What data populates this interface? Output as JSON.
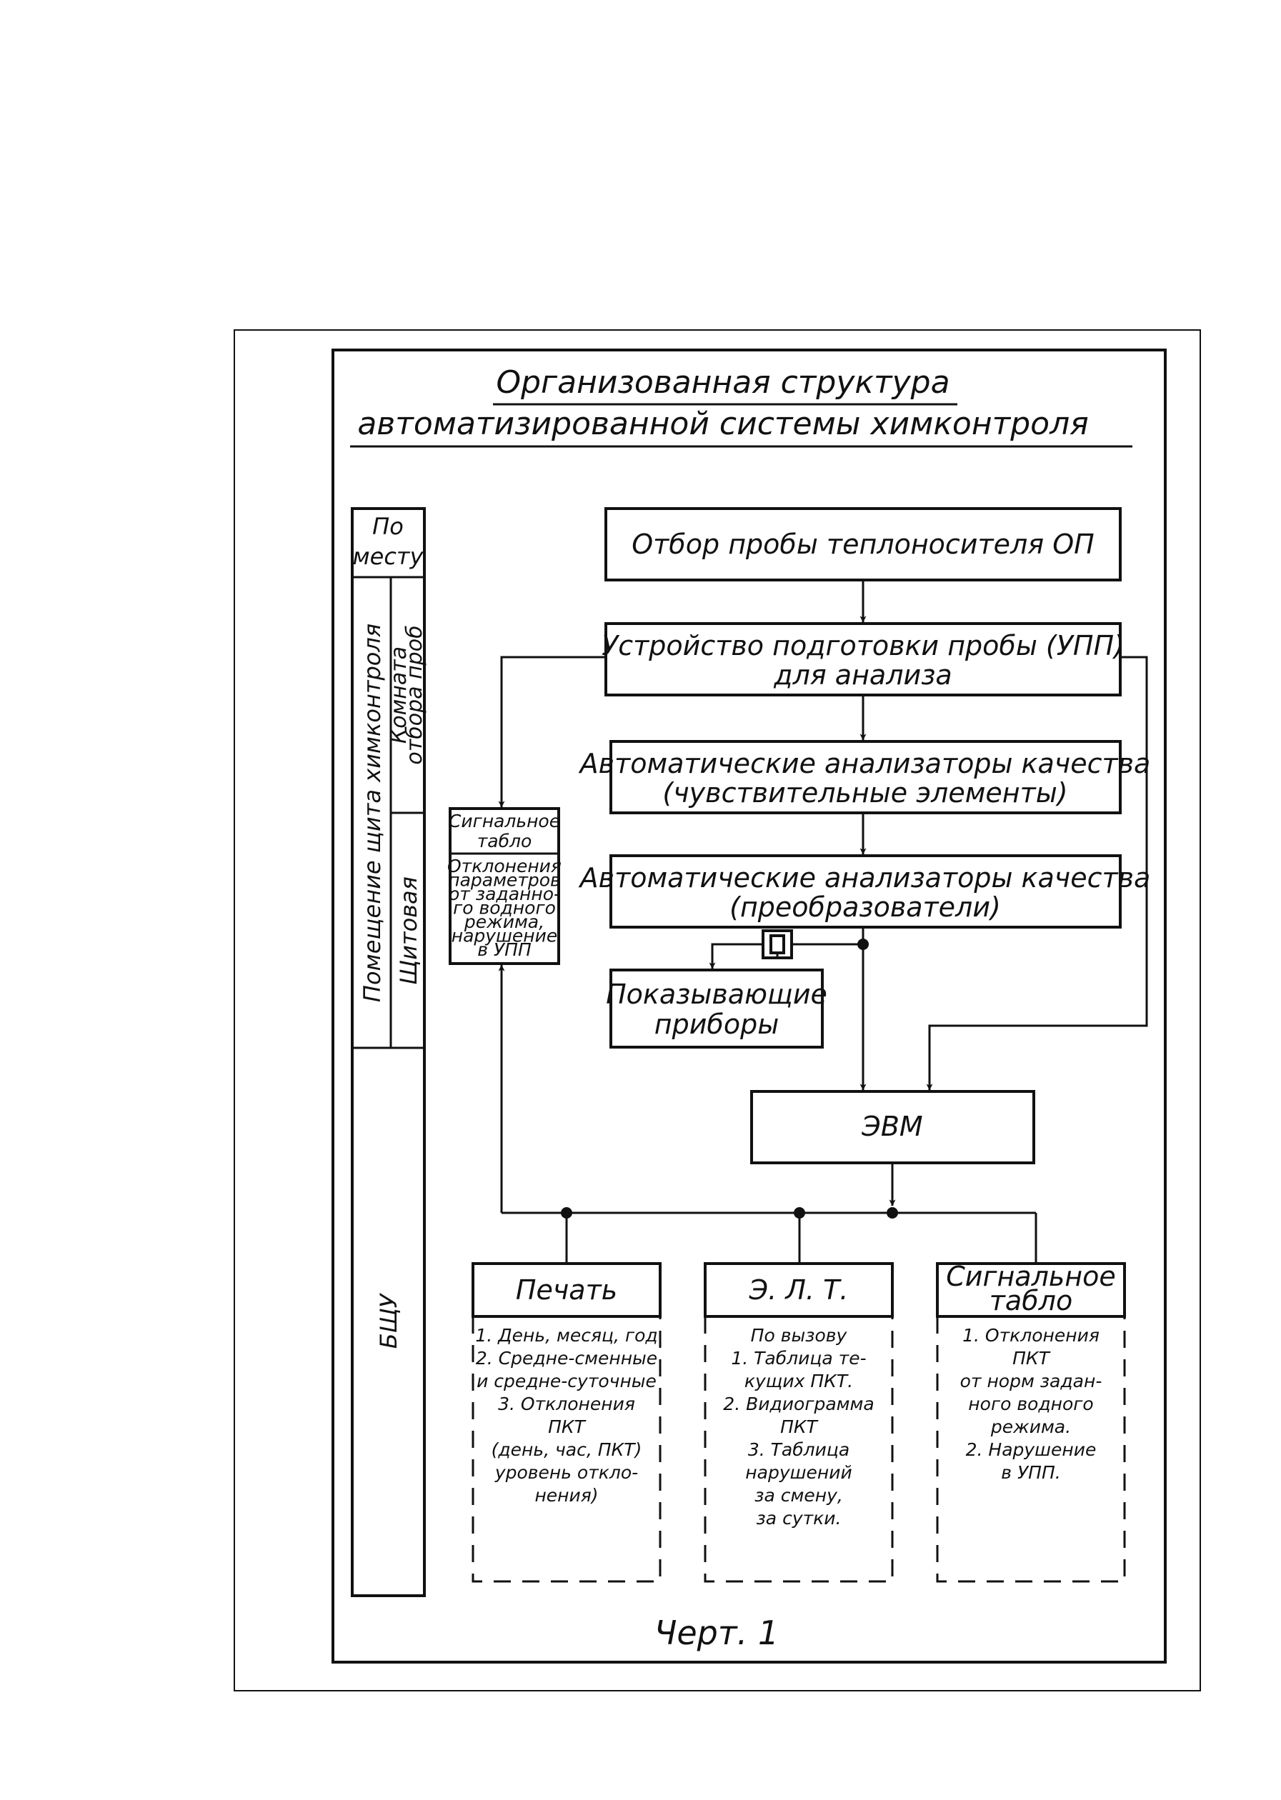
{
  "title": {
    "line1": "Организованная структура",
    "line2": "автоматизированной системы химконтроля"
  },
  "side_panel": {
    "po_mestu_1": "По",
    "po_mestu_2": "месту",
    "pomeschenie": "Помещение щита химконтроля",
    "komnata_1": "Комната",
    "komnata_2": "отбора проб",
    "schitovaya": "Щитовая",
    "bschu": "БЩУ"
  },
  "nodes": {
    "sampling": "Отбор пробы теплоносителя ОП",
    "upp_1": "Устройство подготовки пробы (УПП)",
    "upp_2": "для анализа",
    "sensors_1": "Автоматические анализаторы качества",
    "sensors_2": "(чувствительные элементы)",
    "converters_1": "Автоматические анализаторы качества",
    "converters_2": "(преобразователи)",
    "indicators_1": "Показывающие",
    "indicators_2": "приборы",
    "computer": "ЭВМ",
    "signal_left": {
      "title_1": "Сигнальное",
      "title_2": "табло",
      "lines": [
        "Отклонения",
        "параметров",
        "от заданно-",
        "го водного",
        "режима,",
        "нарушение",
        "в УПП"
      ]
    }
  },
  "outputs": [
    {
      "title_1": "Печать",
      "title_2": "",
      "lines": [
        "1. День, месяц, год",
        "2. Средне-сменные",
        "и средне-суточные",
        "3. Отклонения",
        "ПКТ",
        "(день, час, ПКТ)",
        "уровень откло-",
        "нения)"
      ]
    },
    {
      "title_1": "Э. Л. Т.",
      "title_2": "",
      "lines": [
        "По вызову",
        "1. Таблица те-",
        "кущих ПКТ.",
        "2. Видиограмма",
        "ПКТ",
        "3. Таблица",
        "нарушений",
        "за смену,",
        "за сутки."
      ]
    },
    {
      "title_1": "Сигнальное",
      "title_2": "табло",
      "lines": [
        "1. Отклонения",
        "ПКТ",
        "от норм задан-",
        "ного водного",
        "режима.",
        "2. Нарушение",
        "в УПП."
      ]
    }
  ],
  "figure_caption": "Черт. 1"
}
